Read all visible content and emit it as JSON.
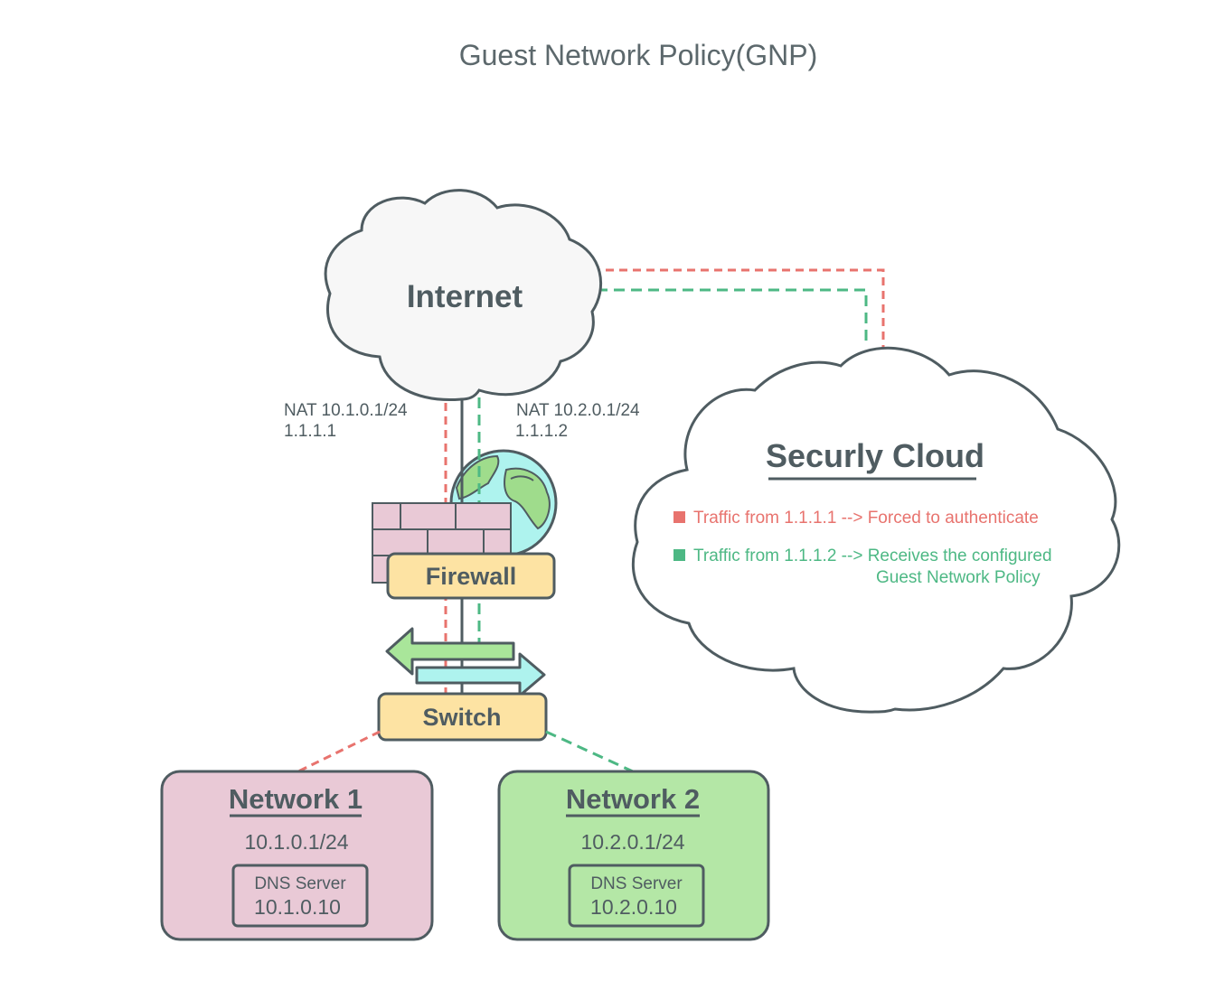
{
  "title": "Guest Network Policy(GNP)",
  "internet": {
    "label": "Internet"
  },
  "nat_left": {
    "line1": "NAT 10.1.0.1/24",
    "line2": "1.1.1.1"
  },
  "nat_right": {
    "line1": "NAT 10.2.0.1/24",
    "line2": "1.1.1.2"
  },
  "firewall": {
    "label": "Firewall"
  },
  "switch": {
    "label": "Switch"
  },
  "cloud": {
    "title": "Securly Cloud",
    "legend": [
      {
        "text": "Traffic from 1.1.1.1 --> Forced to authenticate",
        "color": "#e8736e"
      },
      {
        "text": "Traffic from 1.1.1.2 --> Receives the configured",
        "text2": "Guest Network Policy",
        "color": "#4db884"
      }
    ]
  },
  "network1": {
    "title": "Network 1",
    "subnet": "10.1.0.1/24",
    "dns_label": "DNS Server",
    "dns_ip": "10.1.0.10",
    "color": "#e9c9d6"
  },
  "network2": {
    "title": "Network 2",
    "subnet": "10.2.0.1/24",
    "dns_label": "DNS Server",
    "dns_ip": "10.2.0.10",
    "color": "#b4e7a6"
  },
  "colors": {
    "red": "#e8736e",
    "green": "#4db884",
    "stroke": "#4f5c61",
    "box": "#fde3a3",
    "globe": "#aef3ee",
    "land": "#9fdc8c",
    "arrow_green": "#a9e69a",
    "arrow_cyan": "#aef3ee"
  }
}
